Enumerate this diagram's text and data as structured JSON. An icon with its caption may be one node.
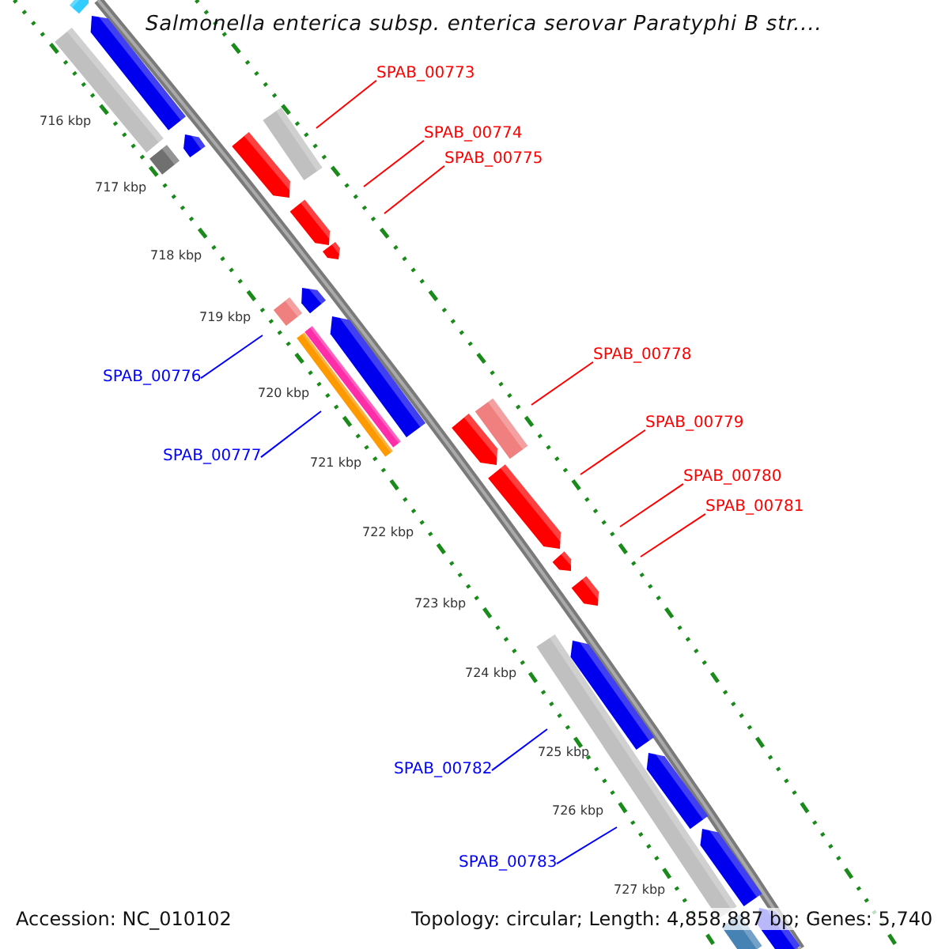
{
  "diagram": {
    "title": "Salmonella enterica subsp. enterica serovar Paratyphi B str....",
    "nodes": [
      {
        "text": [
          "SPAB_00773"
        ]
      },
      {
        "text": [
          "SPAB_00774"
        ]
      },
      {
        "text": [
          "SPAB_00775"
        ]
      },
      {
        "text": [
          "SPAB_00778"
        ]
      },
      {
        "text": [
          "SPAB_00776"
        ]
      },
      {
        "text": [
          "SPAB_00779"
        ]
      },
      {
        "text": [
          "SPAB_00777"
        ]
      },
      {
        "text": [
          "SPAB_00780"
        ]
      },
      {
        "text": [
          "SPAB_00781"
        ]
      },
      {
        "text": [
          "SPAB_00782"
        ]
      },
      {
        "text": [
          "SPAB_00783"
        ]
      }
    ],
    "edges": [
      {
        "from": 0,
        "to": null,
        "arrow": "none"
      },
      {
        "from": 1,
        "to": null,
        "arrow": "none"
      },
      {
        "from": 2,
        "to": null,
        "arrow": "none"
      },
      {
        "from": 3,
        "to": null,
        "arrow": "none"
      },
      {
        "from": 4,
        "to": null,
        "arrow": "none",
        "color": "#0000ff"
      },
      {
        "from": 5,
        "to": null,
        "arrow": "none"
      },
      {
        "from": 6,
        "to": null,
        "arrow": "none",
        "color": "#0000ff"
      },
      {
        "from": 7,
        "to": null,
        "arrow": "none"
      },
      {
        "from": 8,
        "to": null,
        "arrow": "none"
      },
      {
        "from": 9,
        "to": null,
        "arrow": "none",
        "color": "#0000ff"
      },
      {
        "from": 10,
        "to": null,
        "arrow": "none",
        "color": "#0000ff"
      }
    ],
    "labels": [
      "716 kbp",
      "717 kbp",
      "718 kbp",
      "719 kbp",
      "720 kbp",
      "721 kbp",
      "722 kbp",
      "723 kbp",
      "724 kbp",
      "725 kbp",
      "726 kbp",
      "727 kbp",
      "Accession: NC_010102",
      "Topology: circular; Length: 4,858,887 bp; Genes: 5,740"
    ]
  }
}
